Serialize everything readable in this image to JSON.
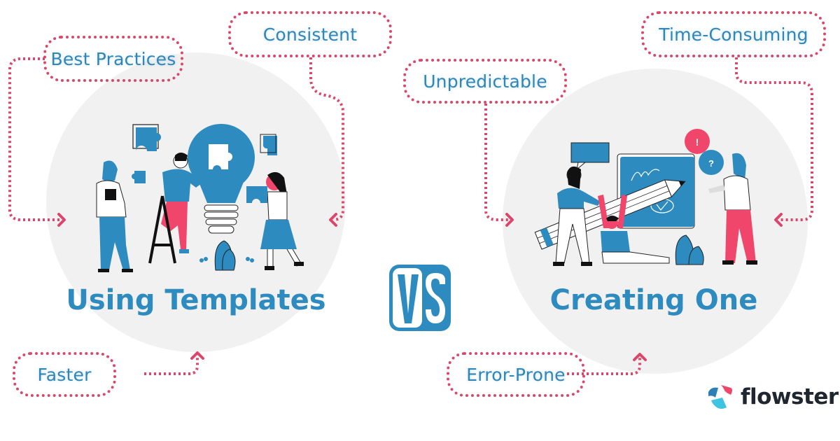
{
  "left_panel": {
    "title": "Using Templates",
    "tags": {
      "best_practices": "Best Practices",
      "consistent": "Consistent",
      "faster": "Faster"
    }
  },
  "right_panel": {
    "title": "Creating One",
    "tags": {
      "unpredictable": "Unpredictable",
      "time_consuming": "Time-Consuming",
      "error_prone": "Error-Prone"
    },
    "bubbles": {
      "exclaim": "!",
      "question": "?"
    }
  },
  "vs_badge": {
    "label": "VS"
  },
  "brand": {
    "name": "flowster"
  },
  "colors": {
    "accent_blue": "#2d8bc0",
    "dotted_pink": "#d9486b",
    "circle_gray": "#f1f1f1",
    "figure_pink": "#f0466b",
    "logo_dark": "#1f2630"
  }
}
